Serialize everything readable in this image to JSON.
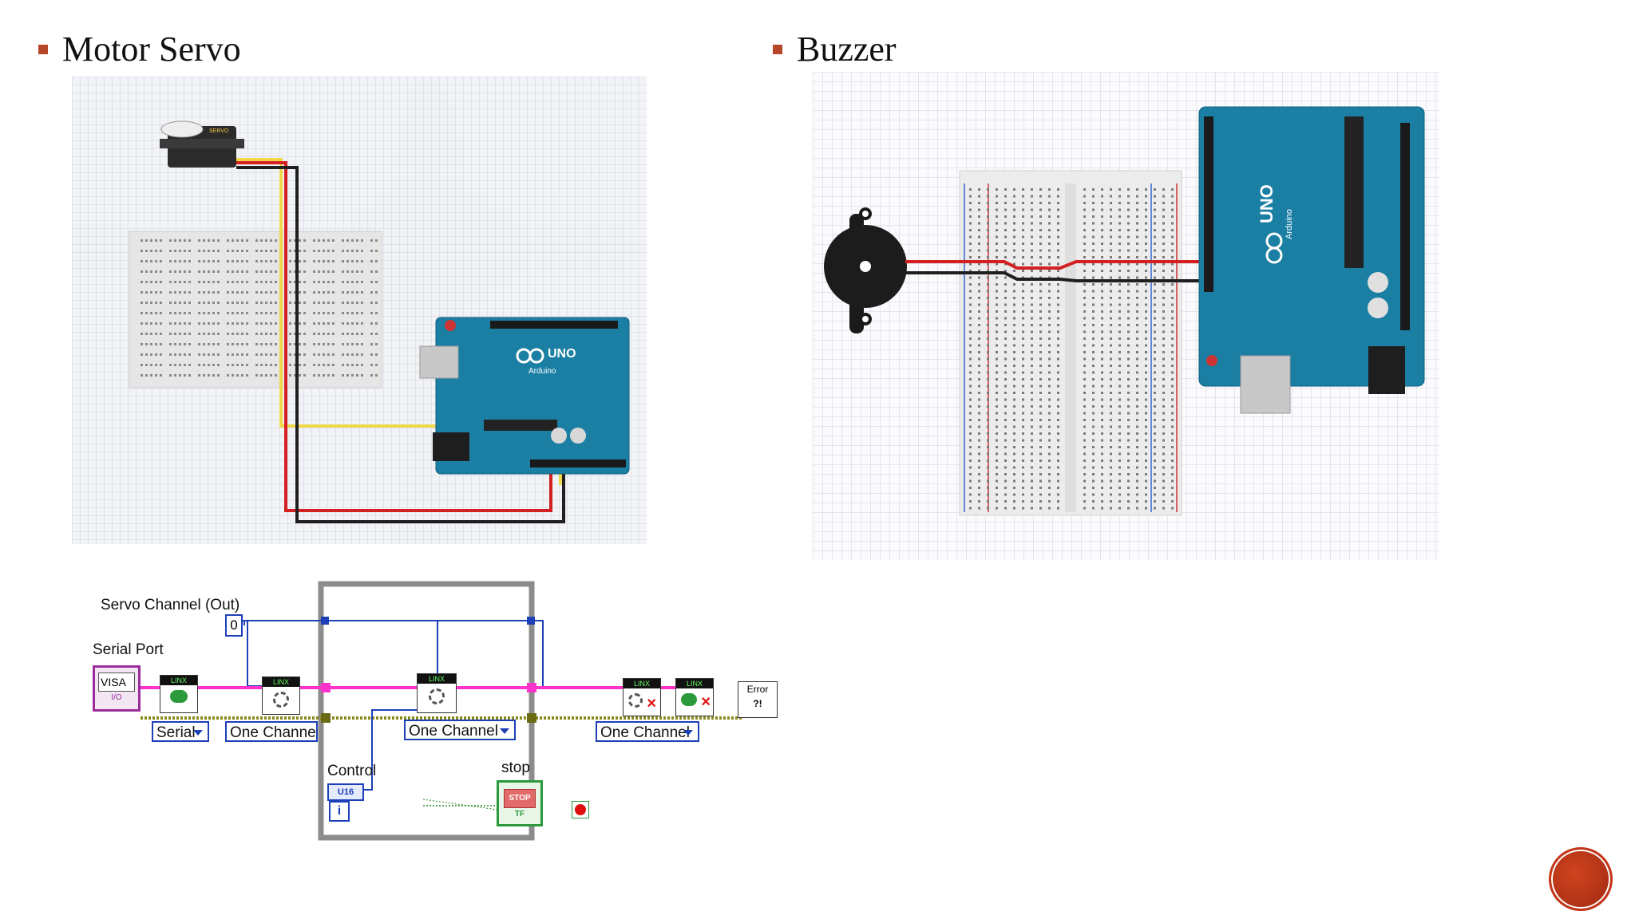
{
  "slide": {
    "left_heading": "Motor Servo",
    "right_heading": "Buzzer"
  },
  "labview": {
    "servo_channel_label": "Servo Channel (Out)",
    "servo_channel_value": "0",
    "serial_port_label": "Serial Port",
    "visa_text": "VISA",
    "io_text": "I/O",
    "serial_dropdown": "Serial",
    "one_channel_1": "One Channel",
    "one_channel_2": "One Channel",
    "one_channel_3": "One Channel",
    "control_label": "Control",
    "u16_text": "U16",
    "index_text": "i",
    "stop_label": "stop",
    "stop_button_text": "STOP",
    "tf_text": "TF",
    "linx_text": "LINX",
    "error_text": "Error"
  },
  "boards": {
    "uno_text": "UNO",
    "arduino_text": "Arduino",
    "servo_text": "SERVO"
  },
  "colors": {
    "accent": "#b7472a",
    "arduino_blue": "#1a7fa3",
    "wire_red": "#d42020",
    "wire_yellow": "#f4e33a",
    "labview_blue": "#1d3fb8",
    "labview_pink": "#ff33cc",
    "labview_loop": "#8c8c8c"
  }
}
